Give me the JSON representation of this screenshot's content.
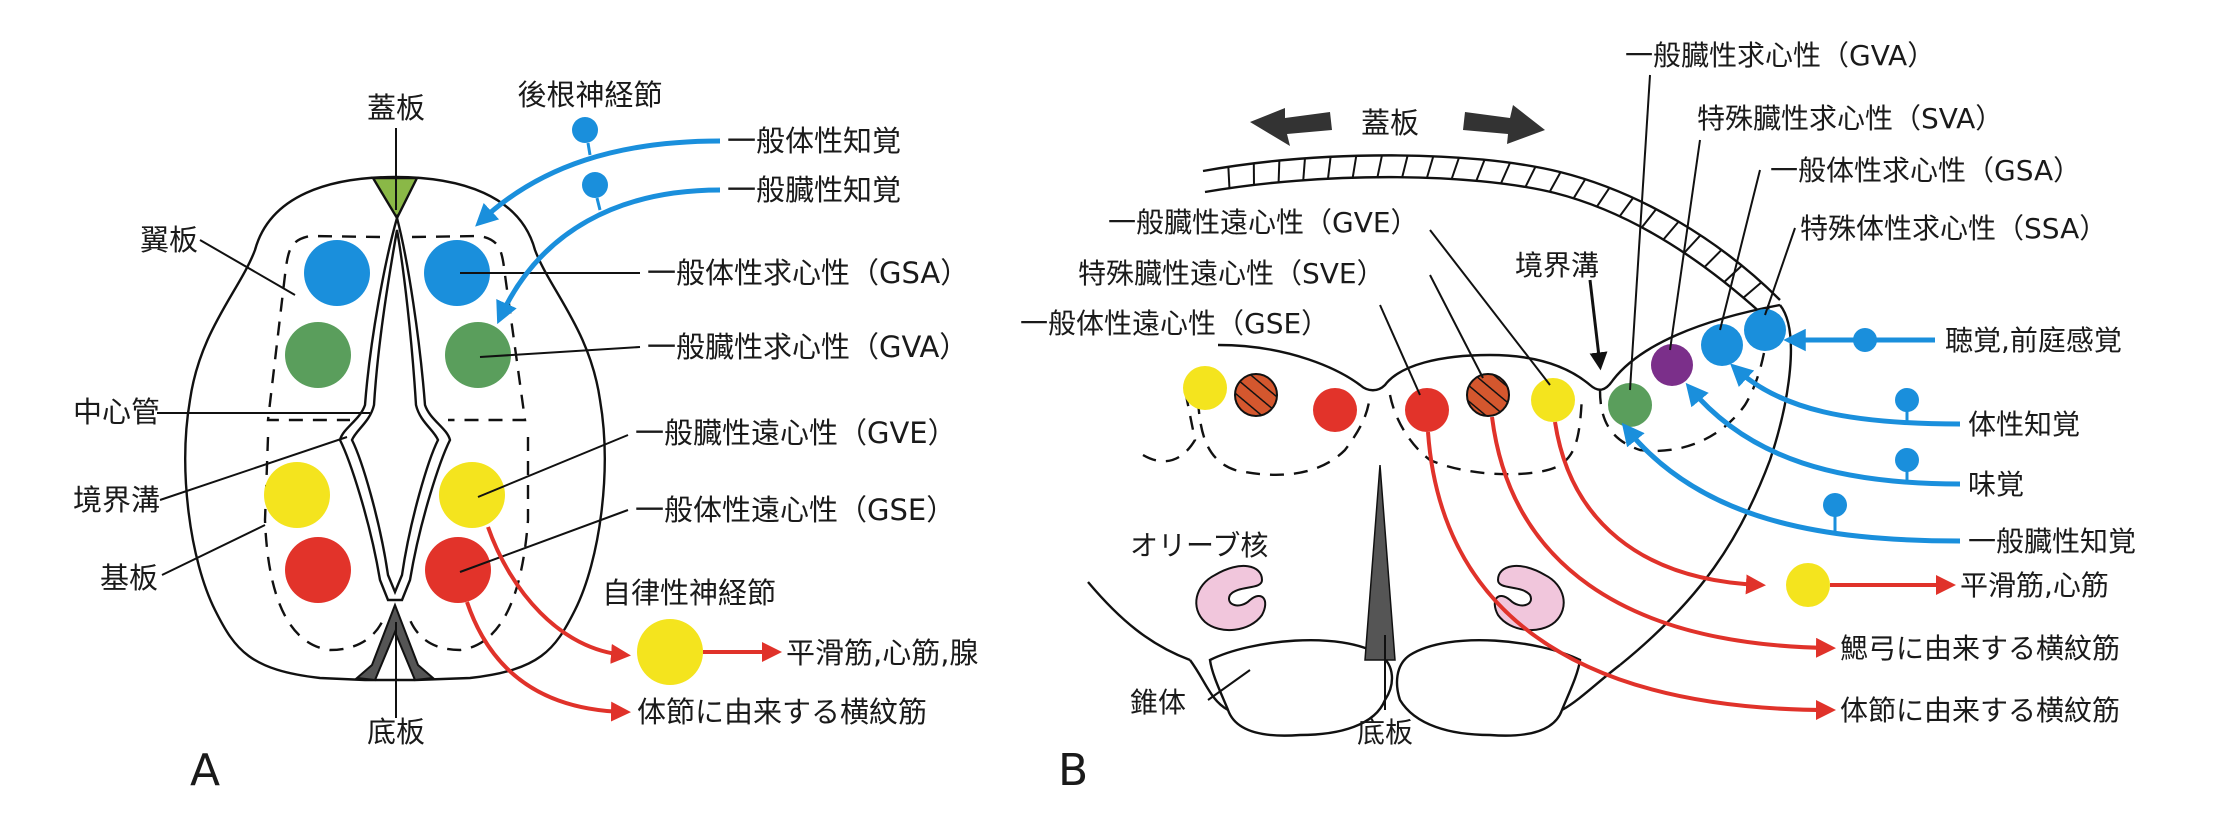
{
  "colors": {
    "gsa": "#1a8fdc",
    "gva": "#5a9e5c",
    "gve": "#f4e41e",
    "gse": "#e2332a",
    "sve": "#d4572e",
    "sva": "#7b2f8a",
    "roof_plate": "#8ab847",
    "floor_plate": "#555555",
    "olive": "#f1c6dc",
    "afferent_fiber": "#1a8fdc",
    "efferent_fiber": "#e0322a"
  },
  "panel_a": {
    "letter": "A",
    "labels": {
      "roof_plate": "蓋板",
      "dorsal_root_ganglion": "後根神経節",
      "alar_plate": "翼板",
      "central_canal": "中心管",
      "sulcus_limitans": "境界溝",
      "basal_plate": "基板",
      "floor_plate": "底板",
      "autonomic_ganglion": "自律性神経節"
    },
    "inputs": [
      "一般体性知覚",
      "一般臓性知覚"
    ],
    "columns": [
      {
        "key": "gsa",
        "label": "一般体性求心性（GSA）"
      },
      {
        "key": "gva",
        "label": "一般臓性求心性（GVA）"
      },
      {
        "key": "gve",
        "label": "一般臓性遠心性（GVE）"
      },
      {
        "key": "gse",
        "label": "一般体性遠心性（GSE）"
      }
    ],
    "targets": [
      "平滑筋,心筋,腺",
      "体節に由来する横紋筋"
    ]
  },
  "panel_b": {
    "letter": "B",
    "labels": {
      "roof_plate": "蓋板",
      "sulcus_limitans": "境界溝",
      "olive_nucleus": "オリーブ核",
      "pyramid": "錐体",
      "floor_plate": "底板"
    },
    "efferent_columns": [
      {
        "key": "gve",
        "label": "一般臓性遠心性（GVE）"
      },
      {
        "key": "sve",
        "label": "特殊臓性遠心性（SVE）"
      },
      {
        "key": "gse",
        "label": "一般体性遠心性（GSE）"
      }
    ],
    "afferent_columns": [
      {
        "key": "gva",
        "label": "一般臓性求心性（GVA）"
      },
      {
        "key": "sva",
        "label": "特殊臓性求心性（SVA）"
      },
      {
        "key": "gsa",
        "label": "一般体性求心性（GSA）"
      },
      {
        "key": "ssa",
        "label": "特殊体性求心性（SSA）"
      }
    ],
    "inputs": [
      "聴覚,前庭感覚",
      "体性知覚",
      "味覚",
      "一般臓性知覚"
    ],
    "targets": [
      "平滑筋,心筋",
      "鰓弓に由来する横紋筋",
      "体節に由来する横紋筋"
    ]
  }
}
